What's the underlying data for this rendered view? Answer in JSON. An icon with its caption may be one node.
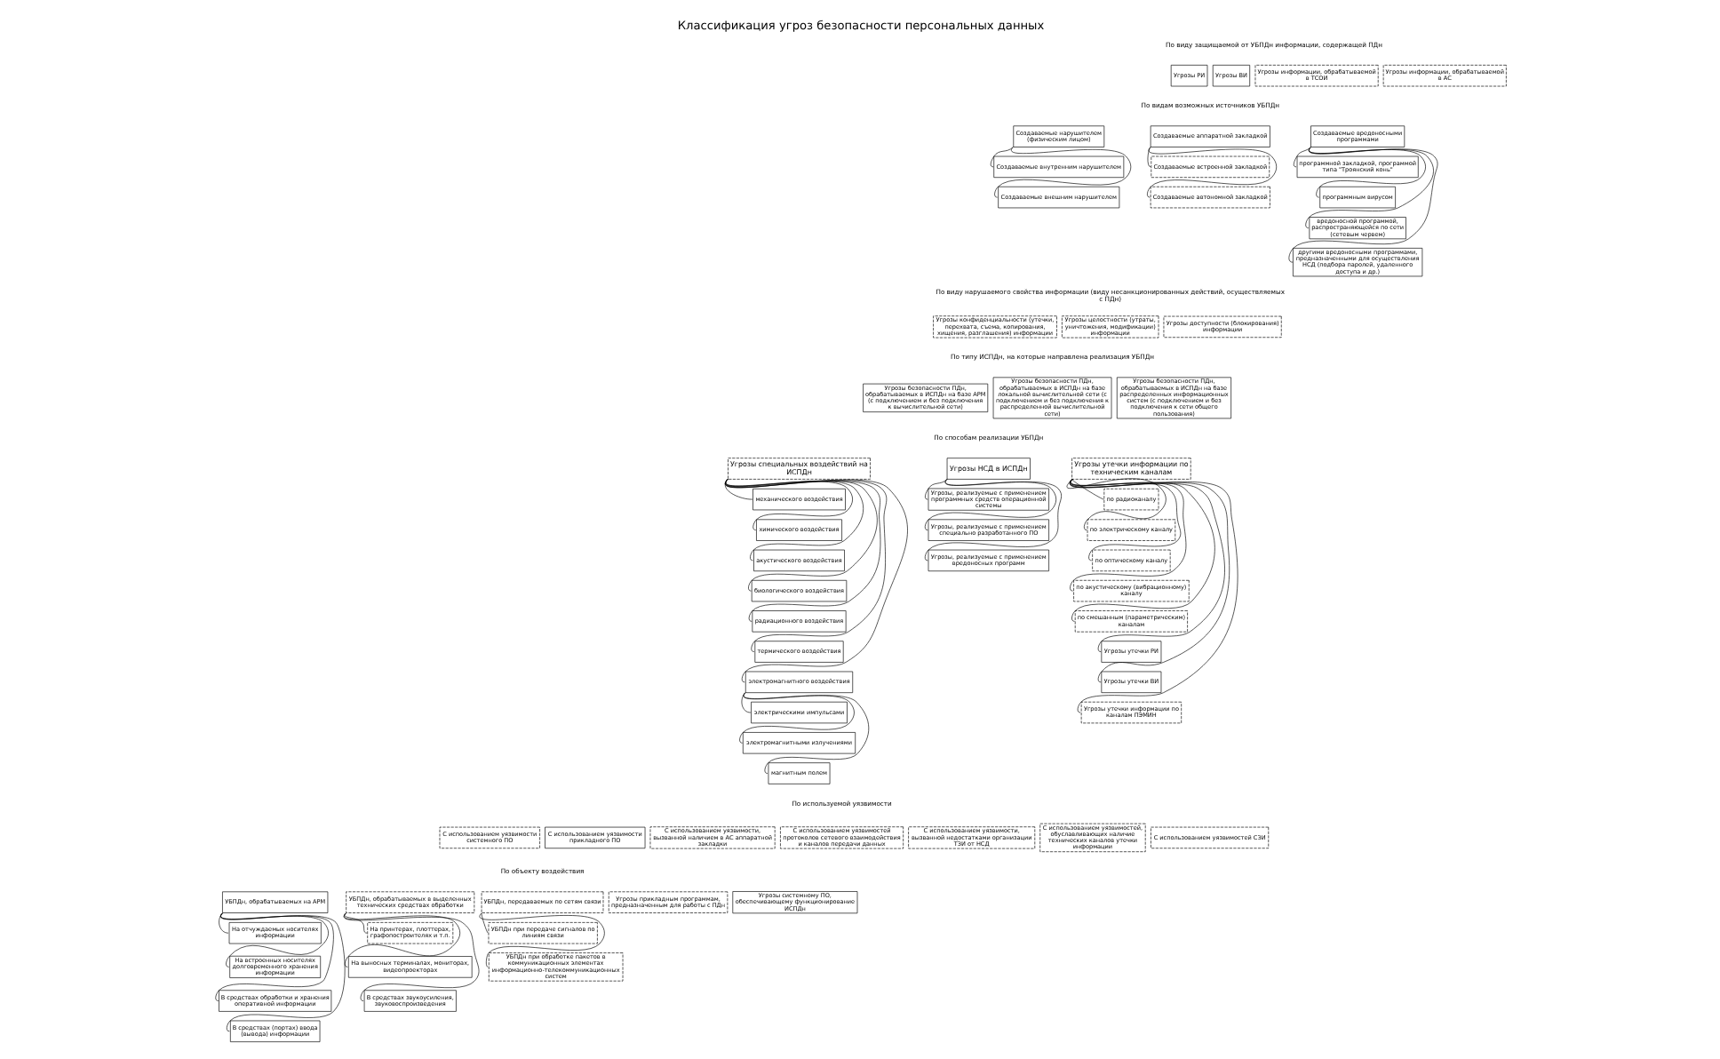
{
  "diagram": {
    "title": "Классификация угроз безопасности персональных данных",
    "nodes": [
      {
        "text": [
          "Угрозы РИ"
        ]
      },
      {
        "text": [
          "Угрозы ВИ"
        ]
      },
      {
        "text": [
          "Угрозы информации, обрабатываемой в ТСОИ"
        ]
      },
      {
        "text": [
          "Угрозы информации, обрабатываемой в АС"
        ]
      },
      {
        "text": [
          "Создаваемые нарушителем (физическим лицом)"
        ]
      },
      {
        "text": [
          "Создаваемые внутренним нарушителем"
        ]
      },
      {
        "text": [
          "Создаваемые внешним нарушителем"
        ]
      },
      {
        "text": [
          "Создаваемые аппаратной закладкой"
        ]
      },
      {
        "text": [
          "Создаваемые встроенной закладкой"
        ]
      },
      {
        "text": [
          "Создаваемые автономной закладкой"
        ]
      },
      {
        "text": [
          "Создаваемые вредоносными программами"
        ]
      },
      {
        "text": [
          "программной закладкой, программой типа \"Троянский конь\""
        ]
      },
      {
        "text": [
          "программным вирусом"
        ]
      },
      {
        "text": [
          "вредоносной программой, распространяющейся по сети (сетевым червем)"
        ]
      },
      {
        "text": [
          "другими вредоносными программами, предназначенными для осуществления НСД (подбора паролей, удаленного доступа и др.)"
        ]
      },
      {
        "text": [
          "Угрозы конфиденциальности (утечки, перехвата, съема, копирования, хищения, разглашения) информации"
        ]
      },
      {
        "text": [
          "Угрозы целостности (утраты, уничтожения, модификации) информации"
        ]
      },
      {
        "text": [
          "Угрозы доступности (блокирования) информации"
        ]
      },
      {
        "text": [
          "Угрозы безопасности ПДн, обрабатываемых в ИСПДн на базе АРМ (с подключением и без подключения к вычислительной сети)"
        ]
      },
      {
        "text": [
          "Угрозы безопасности ПДн, обрабатываемых в ИСПДн на базе локальной вычислительной сети (с подключением и без подключения к распределенной вычислительной сети)"
        ]
      },
      {
        "text": [
          "Угрозы безопасности ПДн, обрабатываемых в ИСПДн на базе распределенных информационных систем (с подключением и без подключения к сети общего пользования)"
        ]
      },
      {
        "text": [
          "Угрозы специальных воздействий на ИСПДн"
        ]
      },
      {
        "text": [
          "механического воздействия"
        ]
      },
      {
        "text": [
          "химического воздействия"
        ]
      },
      {
        "text": [
          "акустического воздействия"
        ]
      },
      {
        "text": [
          "биологического воздействия"
        ]
      },
      {
        "text": [
          "радиационного воздействия"
        ]
      },
      {
        "text": [
          "термического воздействия"
        ]
      },
      {
        "text": [
          "электромагнитного воздействия"
        ]
      },
      {
        "text": [
          "электрическими импульсами"
        ]
      },
      {
        "text": [
          "электромагнитными излучениями"
        ]
      },
      {
        "text": [
          "магнитным полем"
        ]
      },
      {
        "text": [
          "Угрозы НСД в ИСПДн"
        ]
      },
      {
        "text": [
          "Угрозы, реализуемые с применением программных средств операционной системы"
        ]
      },
      {
        "text": [
          "Угрозы, реализуемые с применением специально разработанного ПО"
        ]
      },
      {
        "text": [
          "Угрозы, реализуемые с применением вредоносных программ"
        ]
      },
      {
        "text": [
          "Угрозы утечки информации по техническим каналам"
        ]
      },
      {
        "text": [
          "по радиоканалу"
        ]
      },
      {
        "text": [
          "по электрическому каналу"
        ]
      },
      {
        "text": [
          "по оптическому каналу"
        ]
      },
      {
        "text": [
          "по акустическому (вибрационному) каналу"
        ]
      },
      {
        "text": [
          "по смешанным (параметрическим) каналам"
        ]
      },
      {
        "text": [
          "Угрозы утечки РИ"
        ]
      },
      {
        "text": [
          "Угрозы утечки ВИ"
        ]
      },
      {
        "text": [
          "Угрозы утечки информации по каналам ПЭМИН"
        ]
      },
      {
        "text": [
          "С использованием уязвимости системного ПО"
        ]
      },
      {
        "text": [
          "С использованием уязвимости прикладного ПО"
        ]
      },
      {
        "text": [
          "С использованием уязвимости, вызванной наличием в АС аппаратной закладки"
        ]
      },
      {
        "text": [
          "С использованием уязвимостей протоколов сетевого взаимодействия и каналов передачи данных"
        ]
      },
      {
        "text": [
          "С использованием уязвимости, вызванной недостатками организации ТЗИ от НСД"
        ]
      },
      {
        "text": [
          "С использованием уязвимостей, обуславливающих наличие технических каналов утечки информации"
        ]
      },
      {
        "text": [
          "С использованием уязвимостей СЗИ"
        ]
      },
      {
        "text": [
          "УБПДн, обрабатываемых на АРМ"
        ]
      },
      {
        "text": [
          "На отчуждаемых носителях информации"
        ]
      },
      {
        "text": [
          "На встроенных носителях долговременного хранения информации"
        ]
      },
      {
        "text": [
          "В средствах обработки и хранения оперативной информации"
        ]
      },
      {
        "text": [
          "В средствах (портах) ввода (вывода) информации"
        ]
      },
      {
        "text": [
          "УБПДн, обрабатываемых в выделенных технических средствах обработки"
        ]
      },
      {
        "text": [
          "На принтерах, плоттерах, графопостроителях и т.п."
        ]
      },
      {
        "text": [
          "На выносных терминалах, мониторах, видеопроекторах"
        ]
      },
      {
        "text": [
          "В средствах звукоусиления, звуковоспроизведения"
        ]
      },
      {
        "text": [
          "УБПДн, передаваемых по сетям связи"
        ]
      },
      {
        "text": [
          "УБПДн при передаче сигналов по линиям связи"
        ]
      },
      {
        "text": [
          "УБПДн при обработке пакетов в коммуникационных элементах информационно-телекоммуникационных систем"
        ]
      },
      {
        "text": [
          "Угрозы прикладным программам, предназначенным для работы с ПДн"
        ]
      },
      {
        "text": [
          "Угрозы системному ПО, обеспечивающему функционирование ИСПДн"
        ]
      }
    ],
    "edges": [
      {
        "from": 4,
        "to": 5,
        "arrow": "none"
      },
      {
        "from": 4,
        "to": 6,
        "arrow": "none"
      },
      {
        "from": 7,
        "to": 8,
        "arrow": "none"
      },
      {
        "from": 7,
        "to": 9,
        "arrow": "none"
      },
      {
        "from": 10,
        "to": 11,
        "arrow": "none"
      },
      {
        "from": 10,
        "to": 12,
        "arrow": "none"
      },
      {
        "from": 10,
        "to": 13,
        "arrow": "none"
      },
      {
        "from": 10,
        "to": 14,
        "arrow": "none"
      },
      {
        "from": 21,
        "to": 22,
        "arrow": "none"
      },
      {
        "from": 21,
        "to": 23,
        "arrow": "none"
      },
      {
        "from": 21,
        "to": 24,
        "arrow": "none"
      },
      {
        "from": 21,
        "to": 25,
        "arrow": "none"
      },
      {
        "from": 21,
        "to": 26,
        "arrow": "none"
      },
      {
        "from": 21,
        "to": 27,
        "arrow": "none"
      },
      {
        "from": 21,
        "to": 28,
        "arrow": "none"
      },
      {
        "from": 28,
        "to": 29,
        "arrow": "none"
      },
      {
        "from": 28,
        "to": 30,
        "arrow": "none"
      },
      {
        "from": 28,
        "to": 31,
        "arrow": "none"
      },
      {
        "from": 32,
        "to": 33,
        "arrow": "none"
      },
      {
        "from": 32,
        "to": 34,
        "arrow": "none"
      },
      {
        "from": 32,
        "to": 35,
        "arrow": "none"
      },
      {
        "from": 36,
        "to": 37,
        "arrow": "none"
      },
      {
        "from": 36,
        "to": 38,
        "arrow": "none"
      },
      {
        "from": 36,
        "to": 39,
        "arrow": "none"
      },
      {
        "from": 36,
        "to": 40,
        "arrow": "none"
      },
      {
        "from": 36,
        "to": 41,
        "arrow": "none"
      },
      {
        "from": 36,
        "to": 42,
        "arrow": "none"
      },
      {
        "from": 36,
        "to": 43,
        "arrow": "none"
      },
      {
        "from": 36,
        "to": 44,
        "arrow": "none"
      },
      {
        "from": 52,
        "to": 53,
        "arrow": "none"
      },
      {
        "from": 52,
        "to": 54,
        "arrow": "none"
      },
      {
        "from": 52,
        "to": 55,
        "arrow": "none"
      },
      {
        "from": 52,
        "to": 56,
        "arrow": "none"
      },
      {
        "from": 57,
        "to": 58,
        "arrow": "none"
      },
      {
        "from": 57,
        "to": 59,
        "arrow": "none"
      },
      {
        "from": 57,
        "to": 60,
        "arrow": "none"
      },
      {
        "from": 61,
        "to": 62,
        "arrow": "none"
      },
      {
        "from": 61,
        "to": 63,
        "arrow": "none"
      }
    ],
    "labels": [
      "По виду защищаемой от УБПДн информации, содержащей ПДн",
      "По видам возможных источников УБПДн",
      "По виду нарушаемого свойства информации (виду несанкционированных действий, осуществляемых с ПДн)",
      "По типу ИСПДн, на которые направлена реализация УБПДн",
      "По способам реализации УБПДн",
      "По используемой уязвимости",
      "По объекту воздействия"
    ]
  }
}
